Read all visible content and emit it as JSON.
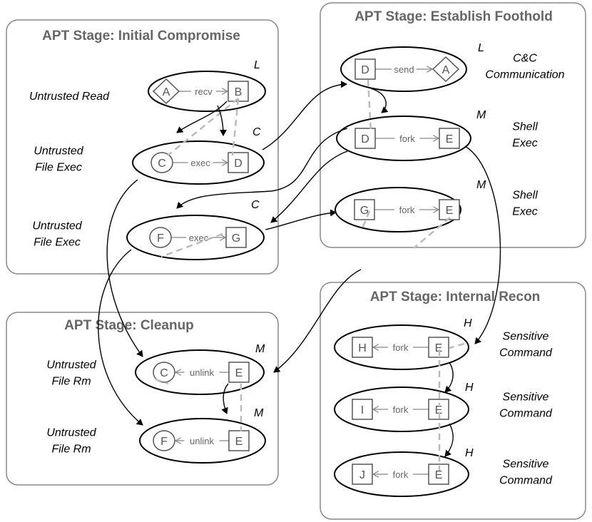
{
  "stages": {
    "initial_compromise": "APT Stage: Initial Compromise",
    "establish_foothold": "APT Stage: Establish Foothold",
    "cleanup": "APT Stage:   Cleanup",
    "internal_recon": "APT Stage: Internal Recon"
  },
  "events": [
    {
      "label": [
        "Untrusted Read"
      ],
      "level": "L",
      "src": "A",
      "op": "recv",
      "dst": "B"
    },
    {
      "label": [
        "Untrusted",
        "File Exec"
      ],
      "level": "C",
      "src": "C",
      "op": "exec",
      "dst": "D"
    },
    {
      "label": [
        "Untrusted",
        "File Exec"
      ],
      "level": "C",
      "src": "F",
      "op": "exec",
      "dst": "G"
    },
    {
      "label": [
        "C&C",
        "Communication"
      ],
      "level": "L",
      "src": "D",
      "op": "send",
      "dst": "A"
    },
    {
      "label": [
        "Shell",
        "Exec"
      ],
      "level": "M",
      "src": "D",
      "op": "fork",
      "dst": "E"
    },
    {
      "label": [
        "Shell",
        "Exec"
      ],
      "level": "M",
      "src": "G",
      "op": "fork",
      "dst": "E"
    },
    {
      "label": [
        "Untrusted",
        "File Rm"
      ],
      "level": "M",
      "src": "C",
      "op": "unlink",
      "dst": "E"
    },
    {
      "label": [
        "Untrusted",
        "File Rm"
      ],
      "level": "M",
      "src": "F",
      "op": "unlink",
      "dst": "E"
    },
    {
      "label": [
        "Sensitive",
        "Command"
      ],
      "level": "H",
      "src": "H",
      "op": "fork",
      "dst": "E"
    },
    {
      "label": [
        "Sensitive",
        "Command"
      ],
      "level": "H",
      "src": "I",
      "op": "fork",
      "dst": "E"
    },
    {
      "label": [
        "Sensitive",
        "Command"
      ],
      "level": "H",
      "src": "J",
      "op": "fork",
      "dst": "E"
    }
  ]
}
